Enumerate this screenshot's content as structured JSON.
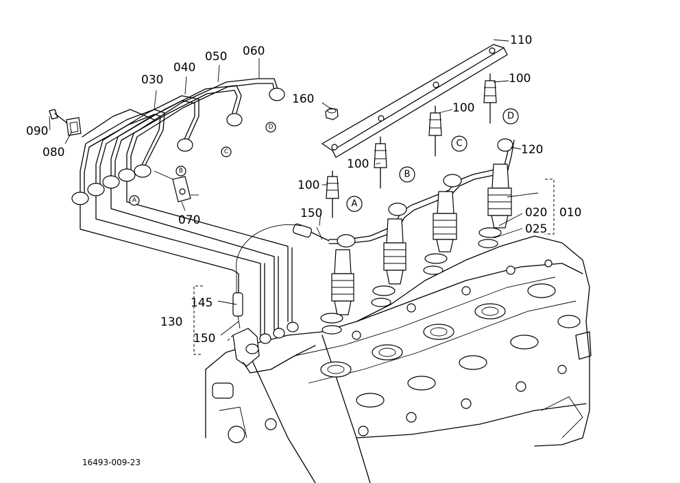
{
  "labels": {
    "p010": "010",
    "p020": "020",
    "p025": "025",
    "p030": "030",
    "p040": "040",
    "p050": "050",
    "p060": "060",
    "p070": "070",
    "p080": "080",
    "p090": "090",
    "p100a": "100",
    "p100b": "100",
    "p100c": "100",
    "p100d": "100",
    "p110": "110",
    "p120": "120",
    "p130": "130",
    "p145": "145",
    "p150a": "150",
    "p150b": "150",
    "p160": "160"
  },
  "markers": {
    "a_big": "A",
    "b_big": "B",
    "c_big": "C",
    "d_big": "D",
    "a_small": "A",
    "b_small": "B",
    "c_small": "C",
    "d_small": "D"
  },
  "figure_code": "16493-009-23"
}
